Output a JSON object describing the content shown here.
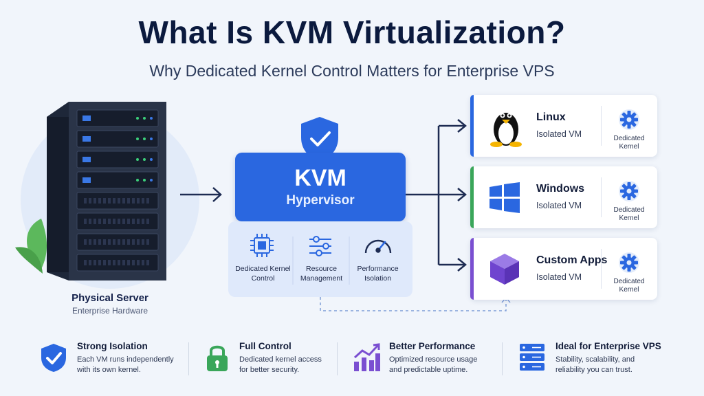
{
  "header": {
    "title": "What Is KVM Virtualization?",
    "subtitle": "Why Dedicated Kernel Control Matters for Enterprise VPS"
  },
  "server": {
    "title": "Physical Server",
    "subtitle": "Enterprise Hardware"
  },
  "hypervisor": {
    "title": "KVM",
    "subtitle": "Hypervisor",
    "features": [
      {
        "label": "Dedicated Kernel Control",
        "icon": "cpu-chip-icon"
      },
      {
        "label": "Resource Management",
        "icon": "sliders-icon"
      },
      {
        "label": "Performance Isolation",
        "icon": "gauge-icon"
      }
    ]
  },
  "vms": [
    {
      "name": "Linux",
      "type": "Isolated VM",
      "kernel": "Dedicated Kernel",
      "icon": "tux-penguin-icon",
      "accent": "#2a67e0"
    },
    {
      "name": "Windows",
      "type": "Isolated VM",
      "kernel": "Dedicated Kernel",
      "icon": "windows-logo-icon",
      "accent": "#3aa65a"
    },
    {
      "name": "Custom Apps",
      "type": "Isolated VM",
      "kernel": "Dedicated Kernel",
      "icon": "cube-icon",
      "accent": "#7a4fd1"
    }
  ],
  "benefits": [
    {
      "title": "Strong Isolation",
      "desc": "Each VM runs independently with its own kernel.",
      "icon": "shield-check-icon"
    },
    {
      "title": "Full Control",
      "desc": "Dedicated kernel access for better security.",
      "icon": "padlock-icon"
    },
    {
      "title": "Better Performance",
      "desc": "Optimized resource usage and predictable uptime.",
      "icon": "growth-chart-icon"
    },
    {
      "title": "Ideal for Enterprise VPS",
      "desc": "Stability, scalability, and reliability you can trust.",
      "icon": "server-stack-icon"
    }
  ],
  "colors": {
    "primary": "#2a67e0",
    "navy": "#0b1a3e",
    "linux_accent": "#2a67e0",
    "windows_accent": "#3aa65a",
    "custom_accent": "#7a4fd1",
    "background": "#f1f5fb"
  }
}
